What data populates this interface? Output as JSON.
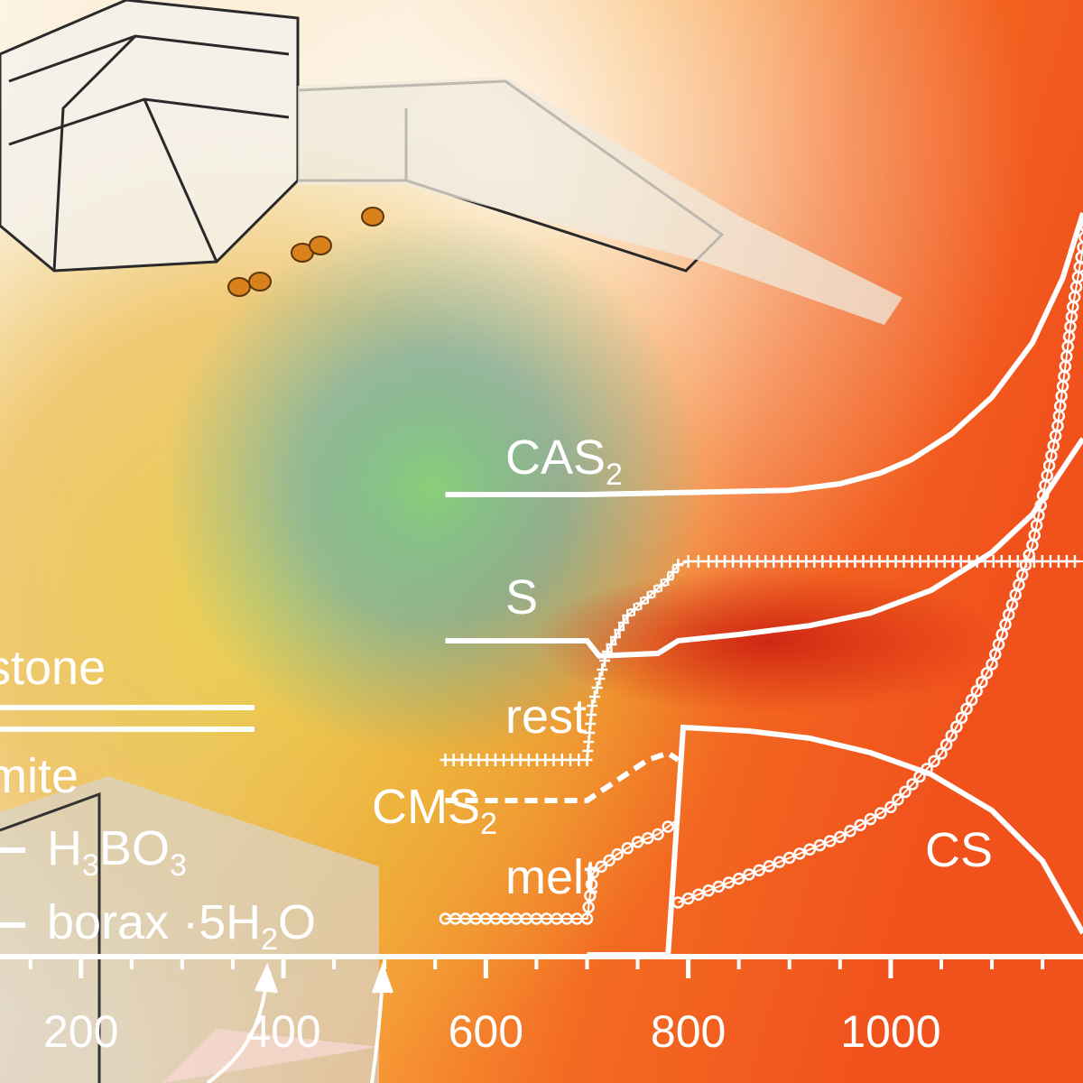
{
  "colors": {
    "hot": "#f0421a",
    "warm": "#f7901e",
    "pale": "#fbe6c4",
    "line": "#ffffff"
  },
  "chart_data": {
    "type": "line",
    "xlabel": "",
    "ylabel": "",
    "xlim": [
      120,
      1190
    ],
    "x_ticks": [
      200,
      400,
      600,
      800,
      1000
    ],
    "x_tick_labels": [
      "200",
      "400",
      "600",
      "800",
      "1000"
    ],
    "left_legend": {
      "items": [
        {
          "label": "stone",
          "style": "solid"
        },
        {
          "label": "mite",
          "style": "solid"
        },
        {
          "label_main": "H",
          "sub1": "3",
          "mid": "BO",
          "sub2": "3",
          "style": "dash"
        },
        {
          "label_main": "borax ·5H",
          "sub1": "2",
          "mid": "O",
          "style": "dash"
        }
      ]
    },
    "series_labels": {
      "cas2": {
        "main": "CAS",
        "sub": "2"
      },
      "s": "S",
      "rest": "rest",
      "cms2": {
        "main": "CMS",
        "sub": "2"
      },
      "melt": "melt",
      "cs": "CS"
    },
    "series": [
      {
        "key": "cas2",
        "style": "solid",
        "x": [
          560,
          700,
          800,
          900,
          950,
          990,
          1020,
          1060,
          1100,
          1140,
          1170,
          1190
        ],
        "y": [
          0.0,
          0.0,
          0.01,
          0.02,
          0.05,
          0.1,
          0.16,
          0.28,
          0.45,
          0.7,
          1.0,
          1.3
        ]
      },
      {
        "key": "s",
        "style": "solid",
        "x": [
          560,
          700,
          712,
          770,
          790,
          850,
          920,
          980,
          1040,
          1100,
          1140,
          1190
        ],
        "y": [
          0.0,
          0.0,
          -0.12,
          -0.1,
          0.0,
          0.05,
          0.12,
          0.22,
          0.4,
          0.7,
          1.0,
          1.6
        ]
      },
      {
        "key": "rest",
        "style": "plus",
        "x": [
          560,
          700,
          705,
          720,
          740,
          760,
          780,
          790,
          800,
          820,
          1190
        ],
        "y": [
          0.0,
          0.0,
          0.3,
          0.6,
          0.8,
          0.9,
          1.0,
          1.08,
          1.1,
          1.1,
          1.1
        ]
      },
      {
        "key": "cms2",
        "style": "dash",
        "x": [
          560,
          680,
          700,
          720,
          740,
          760,
          780,
          790
        ],
        "y": [
          0.0,
          0.0,
          0.0,
          0.1,
          0.2,
          0.3,
          0.35,
          0.3
        ]
      },
      {
        "key": "melt",
        "style": "circle",
        "x": [
          560,
          700,
          706,
          730,
          750,
          770,
          790
        ],
        "y": [
          0.0,
          0.0,
          0.3,
          0.42,
          0.5,
          0.55,
          0.65
        ]
      },
      {
        "key": "cs",
        "style": "solid",
        "x": [
          700,
          712,
          780,
          795,
          860,
          920,
          980,
          1040,
          1100,
          1150,
          1190
        ],
        "y": [
          0.0,
          0.0,
          0.0,
          3.15,
          3.1,
          3.0,
          2.8,
          2.5,
          2.0,
          1.3,
          0.3
        ]
      },
      {
        "key": "rise",
        "style": "circle",
        "x": [
          790,
          850,
          900,
          950,
          1000,
          1050,
          1100,
          1140,
          1165,
          1180,
          1195
        ],
        "y": [
          0.0,
          0.08,
          0.15,
          0.22,
          0.32,
          0.5,
          0.8,
          1.2,
          1.6,
          2.0,
          2.3
        ]
      }
    ]
  }
}
